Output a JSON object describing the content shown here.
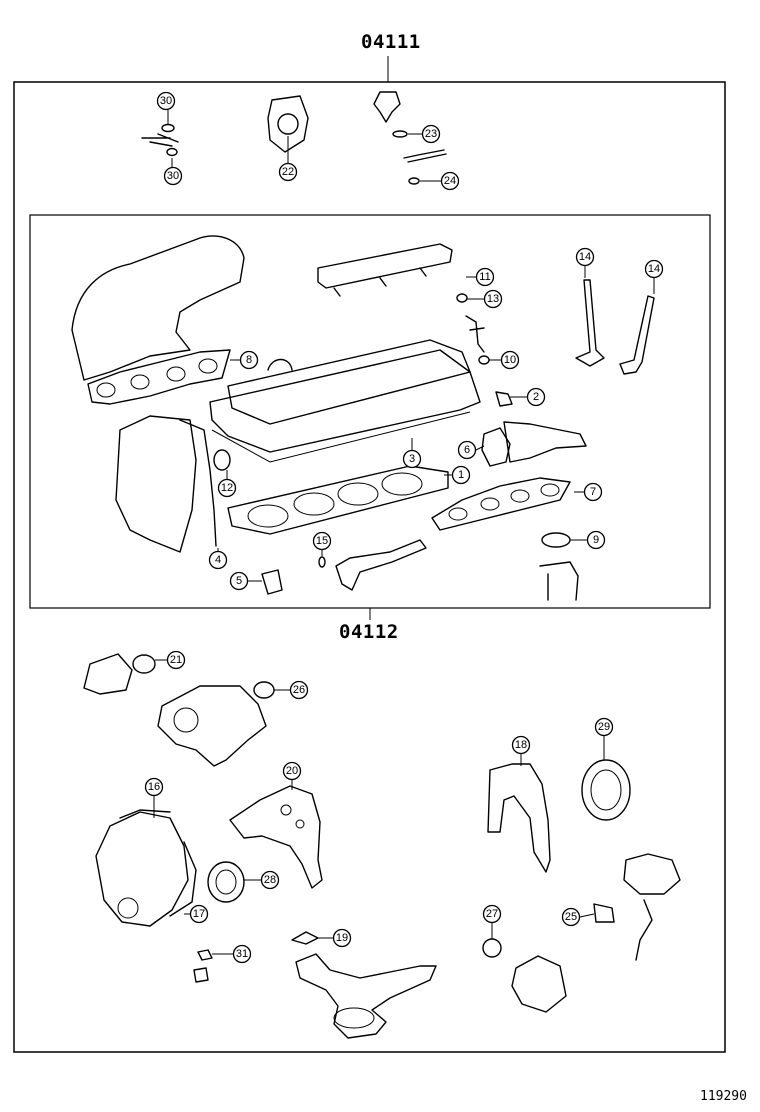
{
  "diagram": {
    "top_kit_label": "04111",
    "inner_kit_label": "04112",
    "figure_id": "119290",
    "callouts": [
      "1",
      "2",
      "3",
      "4",
      "5",
      "6",
      "7",
      "8",
      "9",
      "10",
      "11",
      "12",
      "13",
      "14",
      "15",
      "16",
      "17",
      "18",
      "19",
      "20",
      "21",
      "22",
      "23",
      "24",
      "25",
      "26",
      "27",
      "28",
      "29",
      "30",
      "31"
    ]
  }
}
